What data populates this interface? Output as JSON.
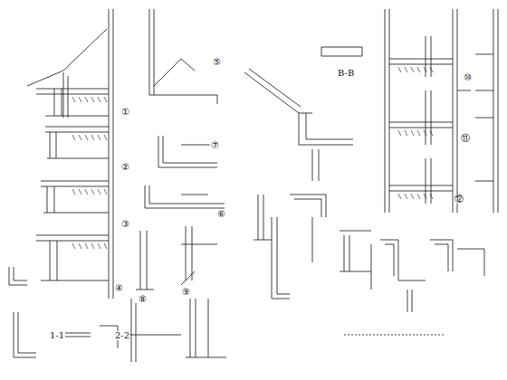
{
  "diagram": {
    "labels": [
      "①",
      "②",
      "③",
      "④",
      "⑤",
      "⑦",
      "⑥",
      "⑩",
      "⑪",
      "⑫",
      "1-1",
      "2-2",
      "B-B",
      "⑧",
      "⑨"
    ]
  }
}
